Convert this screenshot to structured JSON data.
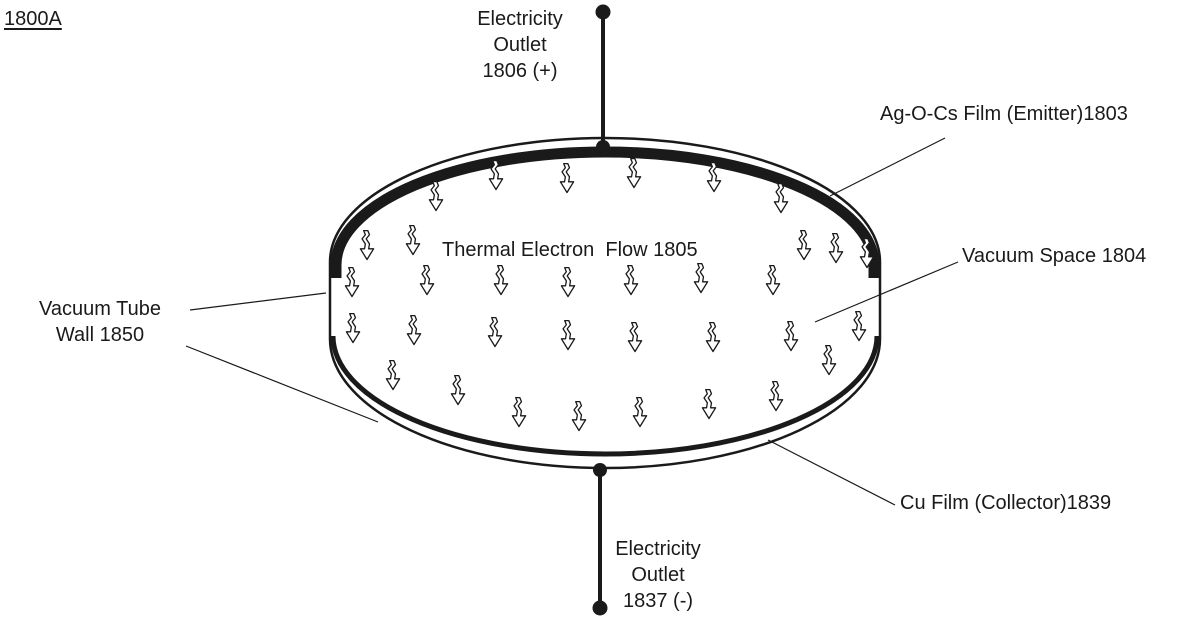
{
  "figure": {
    "id_label": "1800A"
  },
  "labels": {
    "outlet_positive": [
      "Electricity",
      "Outlet",
      "1806 (+)"
    ],
    "outlet_negative": [
      "Electricity",
      "Outlet",
      "1837 (-)"
    ],
    "emitter": "Ag-O-Cs Film (Emitter)1803",
    "vacuum_space": "Vacuum Space 1804",
    "tube_wall": [
      "Vacuum Tube",
      "Wall 1850"
    ],
    "electron_flow": "Thermal Electron  Flow 1805",
    "collector": "Cu Film (Collector)1839"
  },
  "colors": {
    "ink": "#1a1a1a",
    "background": "#ffffff"
  },
  "icons": {
    "electron": "hollow-squiggle-down-arrow",
    "terminal": "filled-circle"
  }
}
